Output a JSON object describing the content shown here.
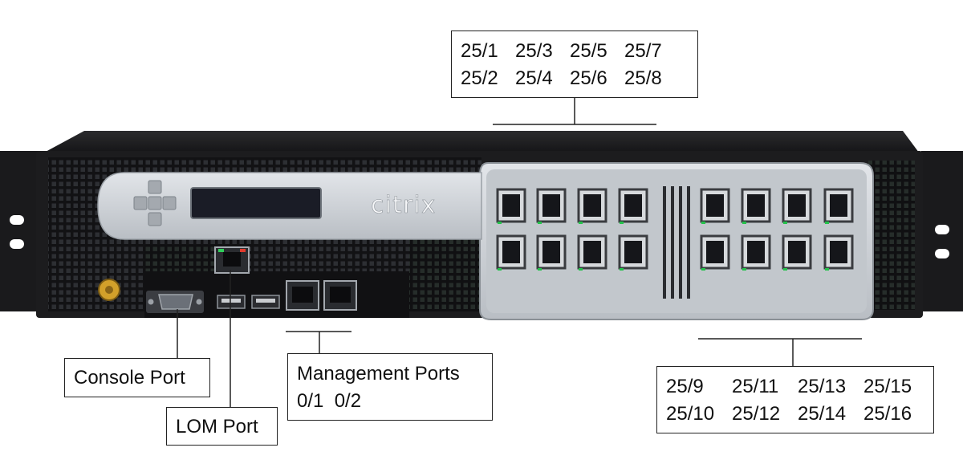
{
  "device": {
    "brand": "citrix",
    "colors": {
      "chassis": "#1c1c1e",
      "front_panel": "#cfd3d8",
      "display": "#1a1c26",
      "gold_screw": "#d2a02a"
    }
  },
  "labels": {
    "top_ports": {
      "rows": [
        [
          "25/1",
          "25/3",
          "25/5",
          "25/7"
        ],
        [
          "25/2",
          "25/4",
          "25/6",
          "25/8"
        ]
      ]
    },
    "bottom_ports": {
      "rows": [
        [
          "25/9",
          "25/11",
          "25/13",
          "25/15"
        ],
        [
          "25/10",
          "25/12",
          "25/14",
          "25/16"
        ]
      ]
    },
    "console_port": "Console Port",
    "lom_port": "LOM Port",
    "management_ports": {
      "title": "Management Ports",
      "ports": "0/1  0/2"
    }
  }
}
